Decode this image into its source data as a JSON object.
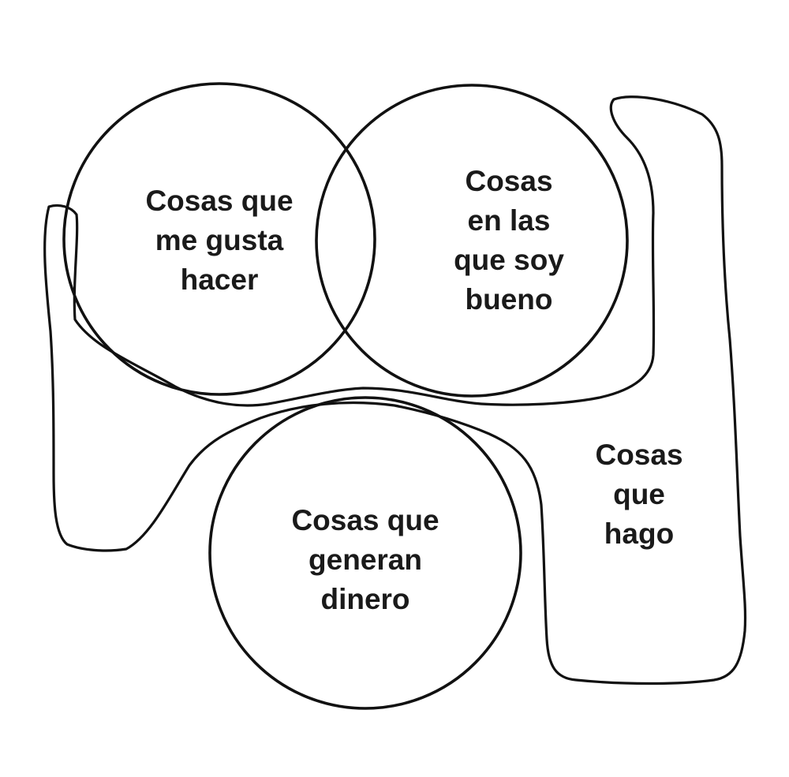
{
  "diagram": {
    "circles": [
      {
        "id": "left",
        "lines": [
          "Cosas que",
          "me gusta",
          "hacer"
        ]
      },
      {
        "id": "right",
        "lines": [
          "Cosas",
          "en las",
          "que soy",
          "bueno"
        ]
      },
      {
        "id": "bottom",
        "lines": [
          "Cosas que",
          "generan",
          "dinero"
        ]
      }
    ],
    "outline_region": {
      "lines": [
        "Cosas",
        "que",
        "hago"
      ]
    },
    "colors": {
      "stroke": "#111111",
      "text": "#1a1a1a",
      "background": "#ffffff"
    }
  }
}
